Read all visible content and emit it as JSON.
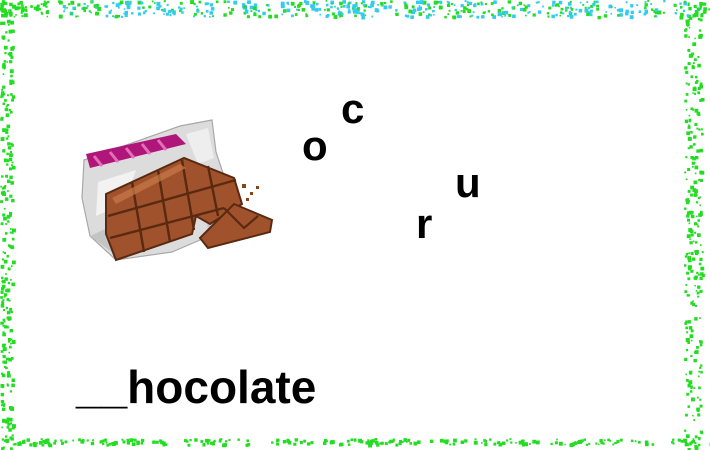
{
  "puzzle": {
    "letter_choices": [
      "o",
      "c",
      "r",
      "u"
    ],
    "blank": "__",
    "word_rest": "hocolate"
  },
  "illustration": {
    "icon": "chocolate-bar-icon"
  },
  "colors": {
    "border_green": "#22dd22",
    "border_cyan": "#33ccee",
    "chocolate": "#a0522d",
    "chocolate_dark": "#5a2a10",
    "wrapper_stripe": "#b0157a",
    "foil": "#d8d8d8"
  }
}
